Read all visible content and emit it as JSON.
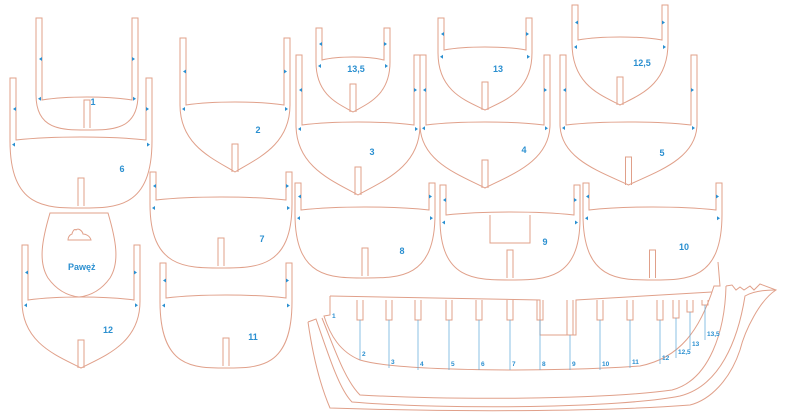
{
  "title": "Ship frame templates",
  "colors": {
    "outline": "#e0a08a",
    "label": "#2a8fd0",
    "station": "#5aa8d8"
  },
  "frames": [
    {
      "id": "1",
      "label": "1"
    },
    {
      "id": "6",
      "label": "6"
    },
    {
      "id": "2",
      "label": "2"
    },
    {
      "id": "13-5",
      "label": "13,5"
    },
    {
      "id": "3",
      "label": "3"
    },
    {
      "id": "13",
      "label": "13"
    },
    {
      "id": "4",
      "label": "4"
    },
    {
      "id": "12-5",
      "label": "12,5"
    },
    {
      "id": "5",
      "label": "5"
    },
    {
      "id": "7",
      "label": "7"
    },
    {
      "id": "8",
      "label": "8"
    },
    {
      "id": "9",
      "label": "9"
    },
    {
      "id": "10",
      "label": "10"
    },
    {
      "id": "12",
      "label": "12"
    },
    {
      "id": "11",
      "label": "11"
    }
  ],
  "transom": {
    "label": "Pawęż"
  },
  "keel_stations": [
    "1",
    "2",
    "3",
    "4",
    "5",
    "6",
    "7",
    "8",
    "9",
    "10",
    "11",
    "12",
    "12,5",
    "13",
    "13,5"
  ]
}
